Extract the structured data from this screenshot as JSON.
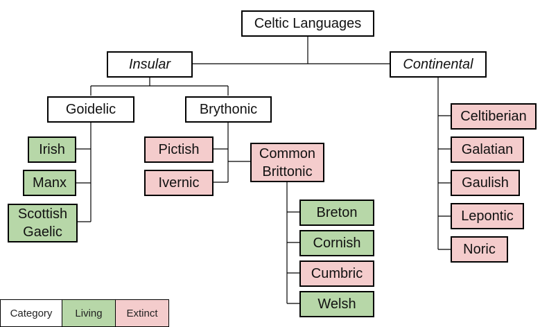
{
  "title": "Celtic Languages",
  "branches": {
    "insular": "Insular",
    "continental": "Continental",
    "goidelic": "Goidelic",
    "brythonic": "Brythonic",
    "common_brittonic": "Common\nBrittonic"
  },
  "goidelic_languages": [
    {
      "name": "Irish",
      "status": "Living"
    },
    {
      "name": "Manx",
      "status": "Living"
    },
    {
      "name": "Scottish\nGaelic",
      "status": "Living"
    }
  ],
  "brythonic_languages": [
    {
      "name": "Pictish",
      "status": "Extinct"
    },
    {
      "name": "Ivernic",
      "status": "Extinct"
    }
  ],
  "brittonic_languages": [
    {
      "name": "Breton",
      "status": "Living"
    },
    {
      "name": "Cornish",
      "status": "Living"
    },
    {
      "name": "Cumbric",
      "status": "Extinct"
    },
    {
      "name": "Welsh",
      "status": "Living"
    }
  ],
  "continental_languages": [
    {
      "name": "Celtiberian",
      "status": "Extinct"
    },
    {
      "name": "Galatian",
      "status": "Extinct"
    },
    {
      "name": "Gaulish",
      "status": "Extinct"
    },
    {
      "name": "Lepontic",
      "status": "Extinct"
    },
    {
      "name": "Noric",
      "status": "Extinct"
    }
  ],
  "legend": {
    "category": "Category",
    "living": "Living",
    "extinct": "Extinct",
    "living_color": "#b7d7a8",
    "extinct_color": "#f4cccc"
  }
}
